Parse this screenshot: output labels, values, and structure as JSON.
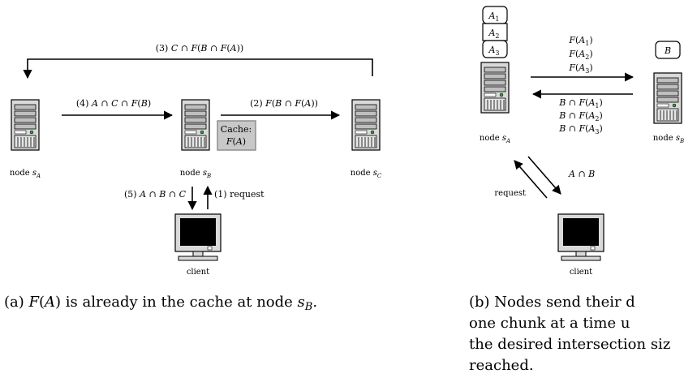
{
  "panel_a": {
    "arrow_top": "(3) C ∩ F(B ∩ F(A))",
    "arrow_left": "(4) A ∩ C ∩ F(B)",
    "arrow_right": "(2) F(B ∩ F(A))",
    "cache_line1": "Cache:",
    "cache_line2": "F(A)",
    "node_a": "node s_A",
    "node_b": "node s_B",
    "node_c": "node s_C",
    "arrow_down": "(5) A ∩ B ∩ C",
    "arrow_up": "(1) request",
    "client": "client",
    "caption": "(a) F(A) is already in the cache at node s_B."
  },
  "panel_b": {
    "stack": [
      "A_1",
      "A_2",
      "A_3"
    ],
    "box_b": "B",
    "forward": [
      "F(A_1)",
      "F(A_2)",
      "F(A_3)"
    ],
    "backward": [
      "B ∩ F(A_1)",
      "B ∩ F(A_2)",
      "B ∩ F(A_3)"
    ],
    "node_a": "node s_A",
    "node_b": "node s_B",
    "request": "request",
    "answer": "A ∩ B",
    "client": "client",
    "caption_lines": [
      "(b) Nodes send their d",
      "one chunk at a time u",
      "the desired intersection siz",
      "reached."
    ]
  }
}
